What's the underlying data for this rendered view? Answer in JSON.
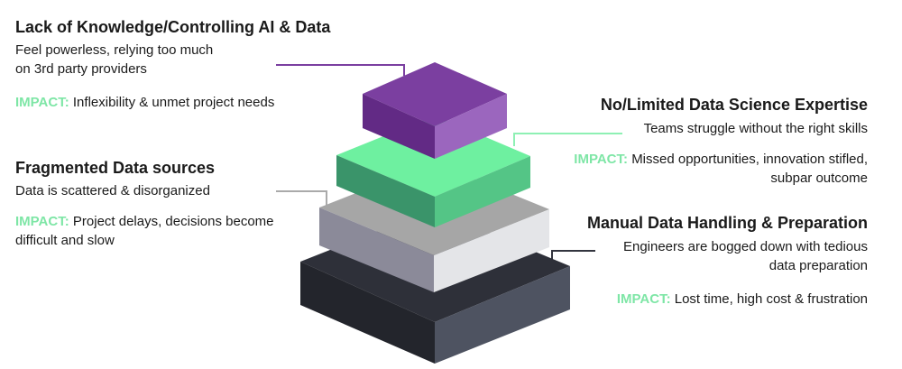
{
  "challenges": [
    {
      "title": "Lack of Knowledge/Controlling AI & Data",
      "description_line1": "Feel powerless, relying too much",
      "description_line2": "on 3rd party providers",
      "impact_label": "IMPACT:",
      "impact_text": "Inflexibility & unmet project needs",
      "color": "#7b3fa0"
    },
    {
      "title": "No/Limited Data Science Expertise",
      "description_line1": "Teams struggle without the right skills",
      "impact_label": "IMPACT:",
      "impact_text_line1": "Missed opportunities, innovation stifled,",
      "impact_text_line2": "subpar outcome",
      "color": "#6ef0a0"
    },
    {
      "title": "Fragmented Data sources",
      "description_line1": "Data is scattered & disorganized",
      "impact_label": "IMPACT:",
      "impact_text_line1": "Project delays, decisions become",
      "impact_text_line2": "difficult and slow",
      "color": "#a8a8a8"
    },
    {
      "title": "Manual Data Handling & Preparation",
      "description_line1": "Engineers are bogged down with tedious",
      "description_line2": "data preparation",
      "impact_label": "IMPACT:",
      "impact_text": "Lost time, high cost & frustration",
      "color": "#33353f"
    }
  ]
}
